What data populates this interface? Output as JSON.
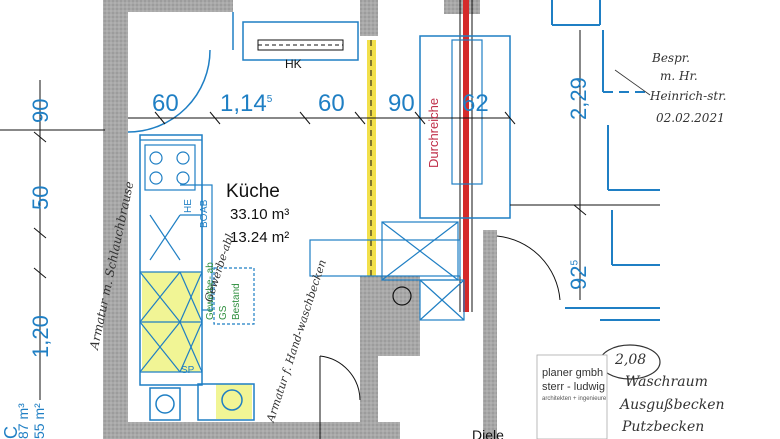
{
  "room": {
    "name": "Küche",
    "volume": "33.10 m³",
    "area": "13.24 m²"
  },
  "labels": {
    "hk": "HK",
    "durchreiche": "Durchreiche",
    "he": "HE",
    "ab": "AB",
    "bo": "BO",
    "sp": "SP",
    "gewerbe_ab": "Gewerbe- ab",
    "gs": "GS",
    "bestand": "Bestand",
    "diele_partial": "Diele",
    "left_c": "C",
    "left_m3": "87 m³",
    "left_m2": "55 m²"
  },
  "dimensions": {
    "top_row": [
      "60",
      "1,14",
      "5",
      "60",
      "90",
      "62"
    ],
    "left_col": [
      "90",
      "50",
      "1,20"
    ],
    "right_col": [
      "2,29",
      "92",
      "5"
    ]
  },
  "handwritten": {
    "note_top_right": [
      "Bespr.",
      "m. Hr.",
      "Heinrich-str.",
      "02.02.2021"
    ],
    "left_annotation": "Armatur m. Schlauchbrause",
    "armatur_note": "Armatur f. Hand-waschbecken",
    "gewerbe_note": "Gewerbe-abl",
    "circled": "2,08",
    "waschraum": [
      "Waschraum",
      "Ausgußbecken",
      "Putzbecken"
    ]
  },
  "stamp": {
    "line1": "planer gmbh",
    "line2": "sterr - ludwig",
    "line3": "architekten + ingenieure"
  },
  "colors": {
    "plan_blue": "#1f7fc4",
    "yellow_highlight": "#eef27a",
    "red_line": "#d42a2a",
    "wall_gray": "#9a9a9a",
    "door_blue": "#1f7fc4",
    "pink_text": "#c0304a",
    "green_text": "#2f8f3f"
  }
}
